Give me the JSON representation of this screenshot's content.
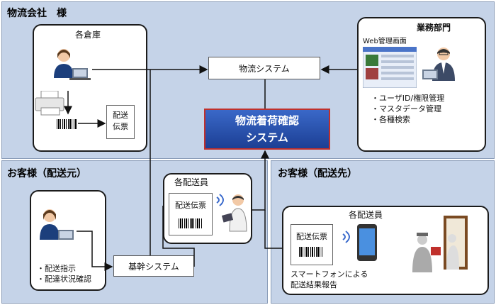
{
  "regions": {
    "company": "物流会社　様",
    "shipper": "お客様（配送元）",
    "recipient": "お客様（配送先）"
  },
  "warehouse": {
    "title": "各倉庫",
    "slip": "配送\n伝票"
  },
  "logistics_system": "物流システム",
  "core_system": {
    "line1": "物流着荷確認",
    "line2": "システム"
  },
  "business_dept": {
    "title": "業務部門",
    "web_label": "Web管理画面",
    "items": [
      "・ユーザID/権限管理",
      "・マスタデータ管理",
      "・各種検索"
    ]
  },
  "shipper_box": {
    "items": [
      "・配送指示",
      "・配達状況確認"
    ]
  },
  "core_business_system": "基幹システム",
  "driver_top": {
    "title": "各配送員",
    "slip": "配送伝票"
  },
  "driver_bottom": {
    "title": "各配送員",
    "slip": "配送伝票",
    "caption_line1": "スマートフォンによる",
    "caption_line2": "配送結果報告"
  },
  "colors": {
    "panel": "#c5d3e8",
    "core_fill": "#2a52b0",
    "core_border": "#c0302c"
  }
}
